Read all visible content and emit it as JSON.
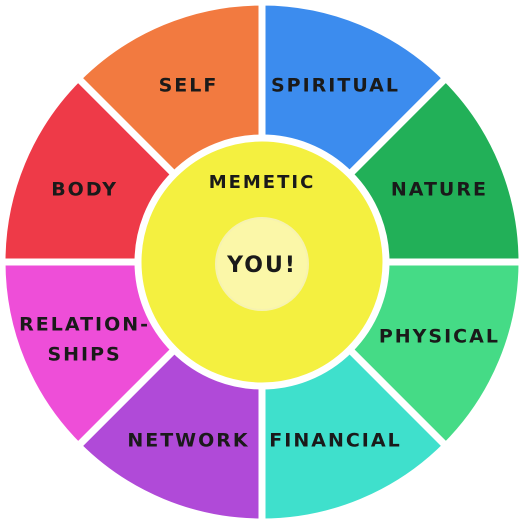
{
  "segments": [
    {
      "label": "SPIRITUAL",
      "color": "#3c8cee"
    },
    {
      "label": "NATURE",
      "color": "#22b058"
    },
    {
      "label": "PHYSICAL",
      "color": "#45db86"
    },
    {
      "label": "FINANCIAL",
      "color": "#3fe0cc"
    },
    {
      "label": "NETWORK",
      "color": "#b04ad8"
    },
    {
      "label": "RELATION-",
      "label2": "SHIPS",
      "color": "#ee4ed8"
    },
    {
      "label": "BODY",
      "color": "#ee3a48"
    },
    {
      "label": "SELF",
      "color": "#f27a40"
    }
  ],
  "center": {
    "ring_label": "MEMETIC",
    "ring_color": "#f4f040",
    "core_label": "YOU!",
    "core_color": "#fbf7a8"
  }
}
